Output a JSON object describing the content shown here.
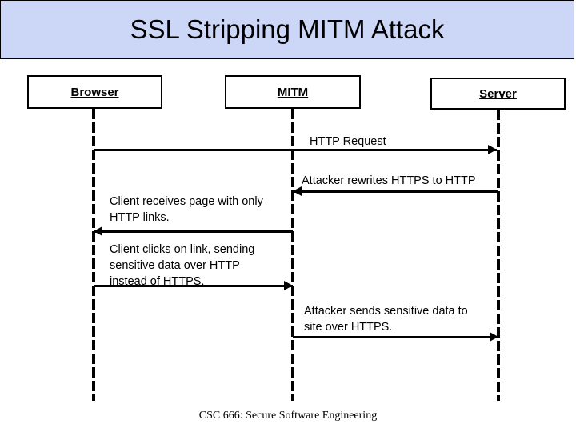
{
  "slide": {
    "title": "SSL Stripping MITM Attack",
    "title_bg": "#ccd6f7",
    "footer": "CSC 666: Secure Software Engineering"
  },
  "participants": [
    {
      "id": "browser",
      "label": "Browser"
    },
    {
      "id": "mitm",
      "label": "MITM"
    },
    {
      "id": "server",
      "label": "Server"
    }
  ],
  "messages": [
    {
      "id": "msg1",
      "caption": "HTTP Request",
      "from": "Browser",
      "to": "Server",
      "direction": "right"
    },
    {
      "id": "msg2",
      "caption": "Attacker rewrites HTTPS to HTTP",
      "from": "Server",
      "to": "MITM",
      "direction": "left"
    },
    {
      "id": "msg3",
      "caption": "Client receives page with only\nHTTP links.",
      "from": "MITM",
      "to": "Browser",
      "direction": "left"
    },
    {
      "id": "msg4",
      "caption": "Client clicks on link, sending\nsensitive data over HTTP\ninstead of HTTPS.",
      "from": "Browser",
      "to": "MITM",
      "direction": "right"
    },
    {
      "id": "msg5",
      "caption": "Attacker sends sensitive data to\nsite over HTTPS.",
      "from": "MITM",
      "to": "Server",
      "direction": "right"
    }
  ]
}
